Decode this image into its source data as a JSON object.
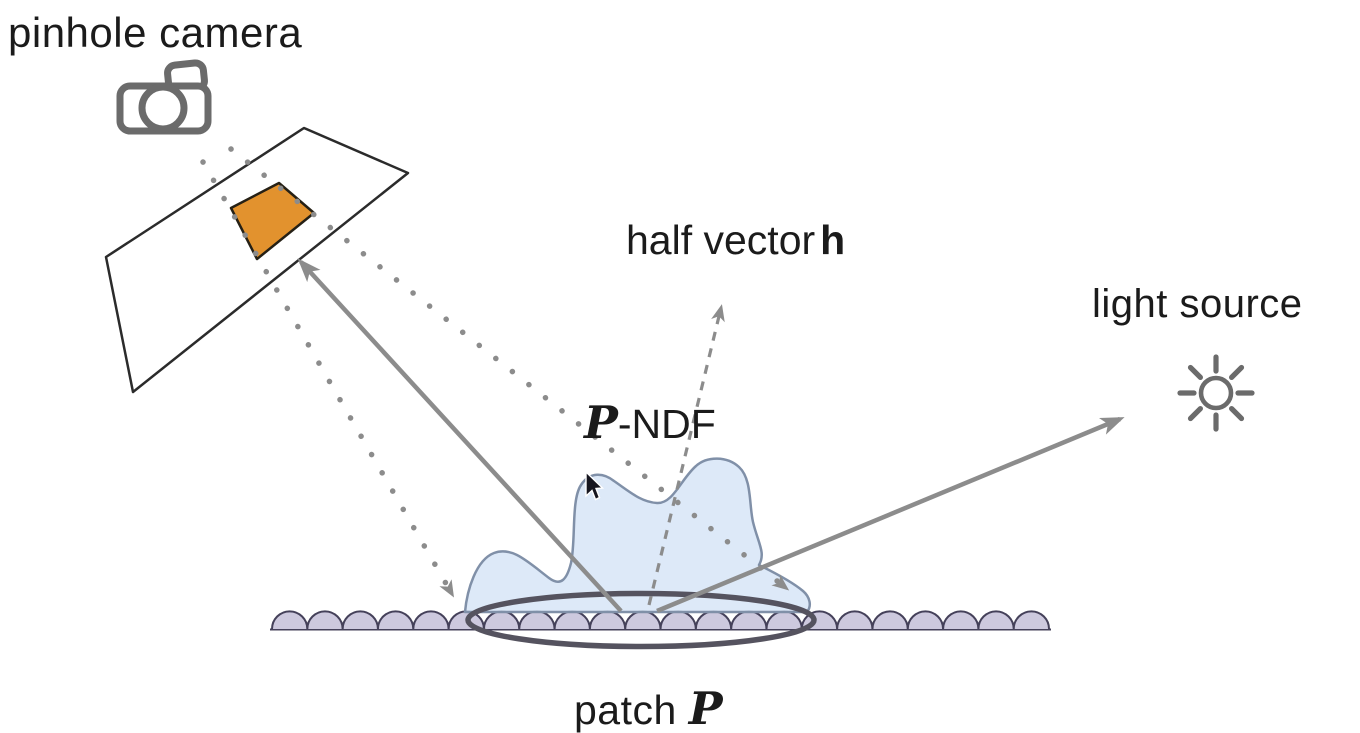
{
  "diagram": {
    "title_context": "pinhole camera imaging a surface patch (P-NDF illustration)",
    "labels": {
      "pinhole_camera": "pinhole camera",
      "half_vector_prefix": "half vector",
      "half_vector_symbol": "h",
      "light_source": "light source",
      "ndf_symbol": "P",
      "ndf_suffix": "-NDF",
      "patch_prefix": "patch",
      "patch_symbol": "P"
    },
    "icons": [
      {
        "name": "camera-icon",
        "represents": "pinhole camera"
      },
      {
        "name": "sun-icon",
        "represents": "light source"
      },
      {
        "name": "cursor-icon",
        "represents": "mouse pointer"
      }
    ],
    "colors": {
      "text": "#1b1b1b",
      "plane_stroke": "#2b2b2b",
      "sensor_patch_fill": "#e2922e",
      "sensor_patch_stroke": "#252015",
      "blob_fill": "#d5e4f6",
      "blob_stroke": "#8090a8",
      "surface_fill": "#cdc9de",
      "surface_stroke": "#45415a",
      "ellipse_stroke": "#55535f",
      "ray": "#8c8c8c",
      "icon_gray": "#6b6b6b",
      "cursor_fill": "#16161f"
    }
  }
}
